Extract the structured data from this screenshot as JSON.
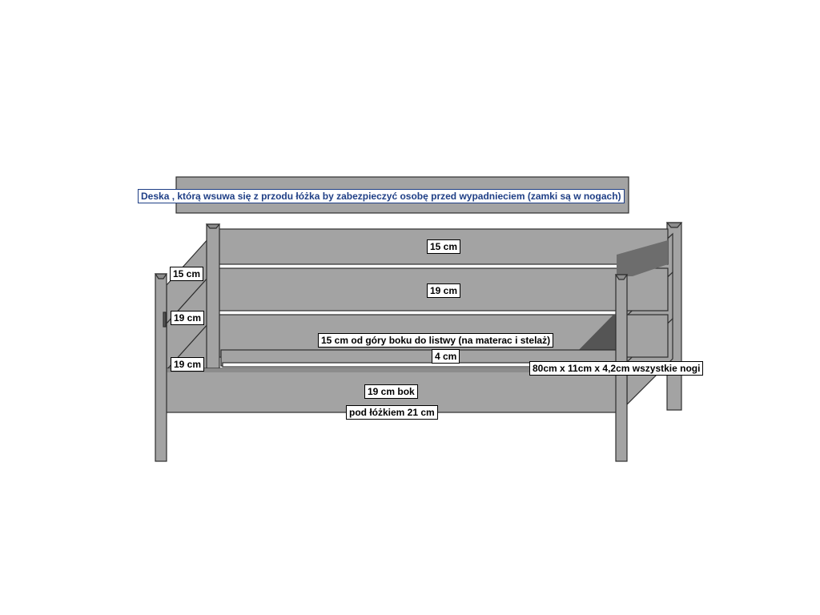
{
  "diagram": {
    "colors": {
      "board": "#a3a3a3",
      "board_dark": "#7e7e7e",
      "shadow": "#555555",
      "edge": "#2e2e2e",
      "label_text": "#000000",
      "note_text": "#1f3f86"
    },
    "labels": {
      "front_guard": "Deska , którą wsuwa się z przodu łóżka by zabezpieczyć osobę przed wypadnieciem (zamki są w nogach)",
      "back_top": "15 cm",
      "back_middle": "19 cm",
      "rail_position": "15 cm od góry boku do listwy (na materac i stelaż)",
      "rail": "4 cm",
      "legs": "80cm x 11cm x 4,2cm wszystkie nogi",
      "side_board": "19 cm bok",
      "under_bed": "pod łóżkiem 21 cm",
      "left_top": "15 cm",
      "left_middle": "19 cm",
      "left_bottom": "19 cm"
    }
  }
}
